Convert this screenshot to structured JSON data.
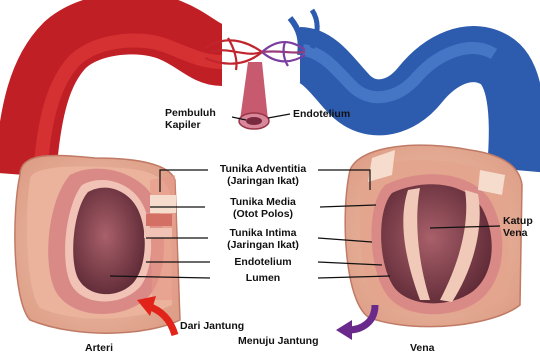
{
  "labels": {
    "capillary": [
      "Pembuluh",
      "Kapiler"
    ],
    "capillary_endothelium": "Endotelium",
    "tunica_adventitia": [
      "Tunika Adventitia",
      "(Jaringan Ikat)"
    ],
    "tunica_media": [
      "Tunika Media",
      "(Otot Polos)"
    ],
    "tunica_intima": [
      "Tunika Intima",
      "(Jaringan Ikat)"
    ],
    "endothelium": "Endotelium",
    "lumen": "Lumen",
    "valve": [
      "Katup",
      "Vena"
    ],
    "from_heart": "Dari Jantung",
    "to_heart": "Menuju Jantung",
    "artery": "Arteri",
    "vein": "Vena"
  },
  "colors": {
    "artery": "#d3242b",
    "vein": "#2f5fb5",
    "outer_wall": "#ecbfa8",
    "muscle_layer": "#d98a86",
    "lumen": "#7a3b48",
    "arrow_in": "#e2231a",
    "arrow_out": "#6a2a8c"
  }
}
